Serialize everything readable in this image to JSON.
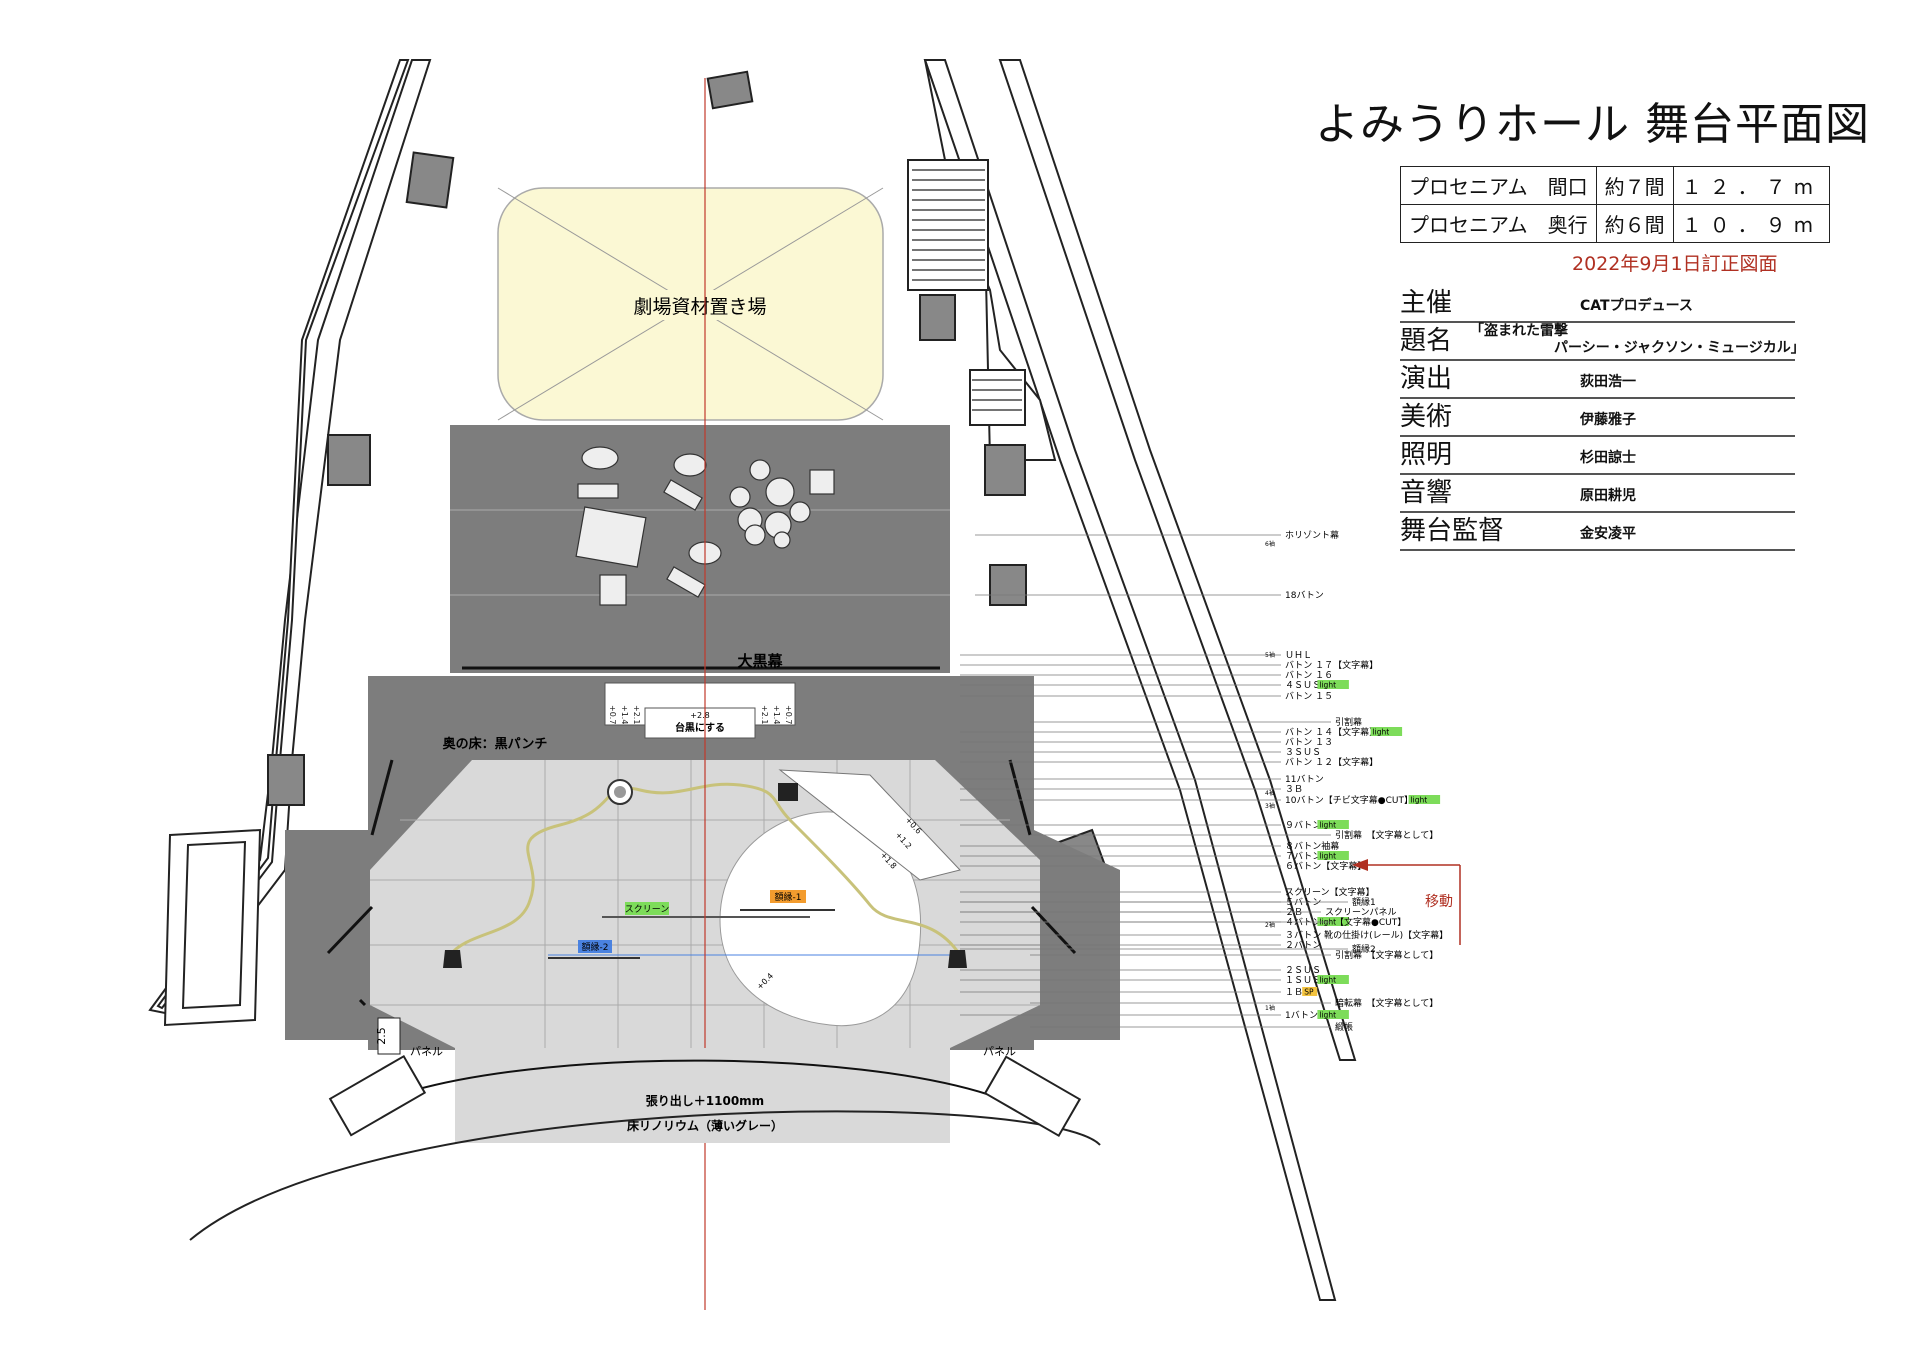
{
  "title": "よみうりホール 舞台平面図",
  "specs": {
    "rows": [
      {
        "label": "プロセニアム　間口",
        "ken": "約７間",
        "meters": "１２．７m"
      },
      {
        "label": "プロセニアム　奥行",
        "ken": "約６間",
        "meters": "１０．９m"
      }
    ]
  },
  "revision": "2022年9月1日訂正図面",
  "credits": [
    {
      "role": "主催",
      "name": "CATプロデュース"
    },
    {
      "role": "題名",
      "name": "「盗まれた雷撃\n　　　　　　パーシー・ジャクソン・ミュージカル」"
    },
    {
      "role": "演出",
      "name": "荻田浩一"
    },
    {
      "role": "美術",
      "name": "伊藤雅子"
    },
    {
      "role": "照明",
      "name": "杉田諒士"
    },
    {
      "role": "音響",
      "name": "原田耕児"
    },
    {
      "role": "舞台監督",
      "name": "金安凌平"
    }
  ],
  "plan": {
    "storage_area": "劇場資材置き場",
    "main_curtain": "大黒幕",
    "platform_label": "台黒にする",
    "platform_height": "+2.8",
    "platform_steps": [
      "+0.7",
      "+1.4",
      "+2.1",
      "+2.1",
      "+1.4",
      "+0.7"
    ],
    "back_floor": "奥の床：黒パンチ",
    "screen": "スクリーン",
    "frame1": "額縁-1",
    "frame2": "額縁-2",
    "apron": "張り出し＋1100mm",
    "floor": "床リノリウム（薄いグレー）",
    "panel_left": "パネル",
    "panel_right": "パネル",
    "dim_left": "2.5",
    "ramp_heights": [
      "+0.6",
      "+1.2",
      "+1.8"
    ],
    "disc_height": "+0.4"
  },
  "battens": [
    {
      "label": "ホリゾント幕"
    },
    {
      "label": "18バトン"
    },
    {
      "label": "ＵＨＬ"
    },
    {
      "label": "バトン １７【文字幕】"
    },
    {
      "label": "バトン １６"
    },
    {
      "label": "４ＳＵＳ",
      "tag": "light"
    },
    {
      "label": "バトン １５"
    },
    {
      "label": "引割幕"
    },
    {
      "label": "バトン １４【文字幕】",
      "tag": "light"
    },
    {
      "label": "バトン １３"
    },
    {
      "label": "３ＳＵＳ"
    },
    {
      "label": "バトン １２【文字幕】"
    },
    {
      "label": "11バトン"
    },
    {
      "label": "３Ｂ"
    },
    {
      "label": "10バトン【チビ文字幕●CUT】",
      "tag": "light"
    },
    {
      "label": "９バトン",
      "tag": "light"
    },
    {
      "label": "引割幕　【文字幕として】"
    },
    {
      "label": "８バトン袖幕"
    },
    {
      "label": "７バトン",
      "tag": "light"
    },
    {
      "label": "６バトン【文字幕】"
    },
    {
      "label": "スクリーン【文字幕】"
    },
    {
      "label": "５バトン"
    },
    {
      "label": "２Ｂ"
    },
    {
      "label": "スクリーンパネル"
    },
    {
      "label": "４バトン",
      "tag": "light"
    },
    {
      "label": "【文字幕●CUT】"
    },
    {
      "label": "３バトン 靴の仕掛け(レール)【文字幕】"
    },
    {
      "label": "２バトン"
    },
    {
      "label": "引割幕　【文字幕として】"
    },
    {
      "label": "２ＳＵＳ"
    },
    {
      "label": "１ＳＵＳ",
      "tag": "light"
    },
    {
      "label": "１Ｂ",
      "tag": "SP"
    },
    {
      "label": "暗転幕　【文字幕として】"
    },
    {
      "label": "1バトン",
      "tag": "light"
    },
    {
      "label": "緞帳"
    },
    {
      "label": "額縁1"
    },
    {
      "label": "額縁2"
    }
  ],
  "move_label": "移動",
  "small_notes": [
    "6袖",
    "5袖",
    "4袖",
    "3袖",
    "2袖",
    "1袖"
  ],
  "colors": {
    "stage_dark": "#7d7d7d",
    "stage_light": "#d9d9d9",
    "storage_fill": "#fbf8d4",
    "center_line": "#c0392b",
    "revision": "#b03022",
    "light_tag": "#7ddc5a",
    "frame_tag": "#f39c2e",
    "frame2_tag": "#4a82e0",
    "screen_tag": "#7ddc5a",
    "arrow": "#b03022"
  }
}
